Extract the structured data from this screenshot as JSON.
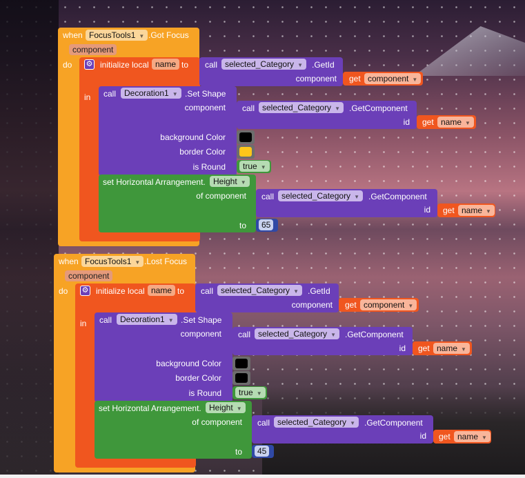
{
  "events": [
    {
      "when": "when",
      "component_dropdown": "FocusTools1",
      "event_name": ".Got Focus",
      "param": "component",
      "do": "do",
      "init_local": "initialize local",
      "var_name": "name",
      "to": "to",
      "call": "call",
      "category_dropdown": "selected_Category",
      "getid": ".GetId",
      "component_label": "component",
      "get": "get",
      "get_component_var": "component",
      "in": "in",
      "decoration_dropdown": "Decoration1",
      "set_shape": ".Set Shape",
      "get_component_method": ".GetComponent",
      "id_label": "id",
      "get_name_var": "name",
      "background_color_label": "background Color",
      "background_color": "#000000",
      "border_color_label": "border Color",
      "border_color": "#ffc61a",
      "is_round_label": "is Round",
      "is_round_value": "true",
      "set_arrangement": "set Horizontal Arrangement.",
      "property_dropdown": "Height",
      "of_component_label": "of component",
      "height_value": "65"
    },
    {
      "when": "when",
      "component_dropdown": "FocusTools1",
      "event_name": ".Lost Focus",
      "param": "component",
      "do": "do",
      "init_local": "initialize local",
      "var_name": "name",
      "to": "to",
      "call": "call",
      "category_dropdown": "selected_Category",
      "getid": ".GetId",
      "component_label": "component",
      "get": "get",
      "get_component_var": "component",
      "in": "in",
      "decoration_dropdown": "Decoration1",
      "set_shape": ".Set Shape",
      "get_component_method": ".GetComponent",
      "id_label": "id",
      "get_name_var": "name",
      "background_color_label": "background Color",
      "background_color": "#000000",
      "border_color_label": "border Color",
      "border_color": "#000000",
      "is_round_label": "is Round",
      "is_round_value": "true",
      "set_arrangement": "set Horizontal Arrangement.",
      "property_dropdown": "Height",
      "of_component_label": "of component",
      "height_value": "45"
    }
  ]
}
